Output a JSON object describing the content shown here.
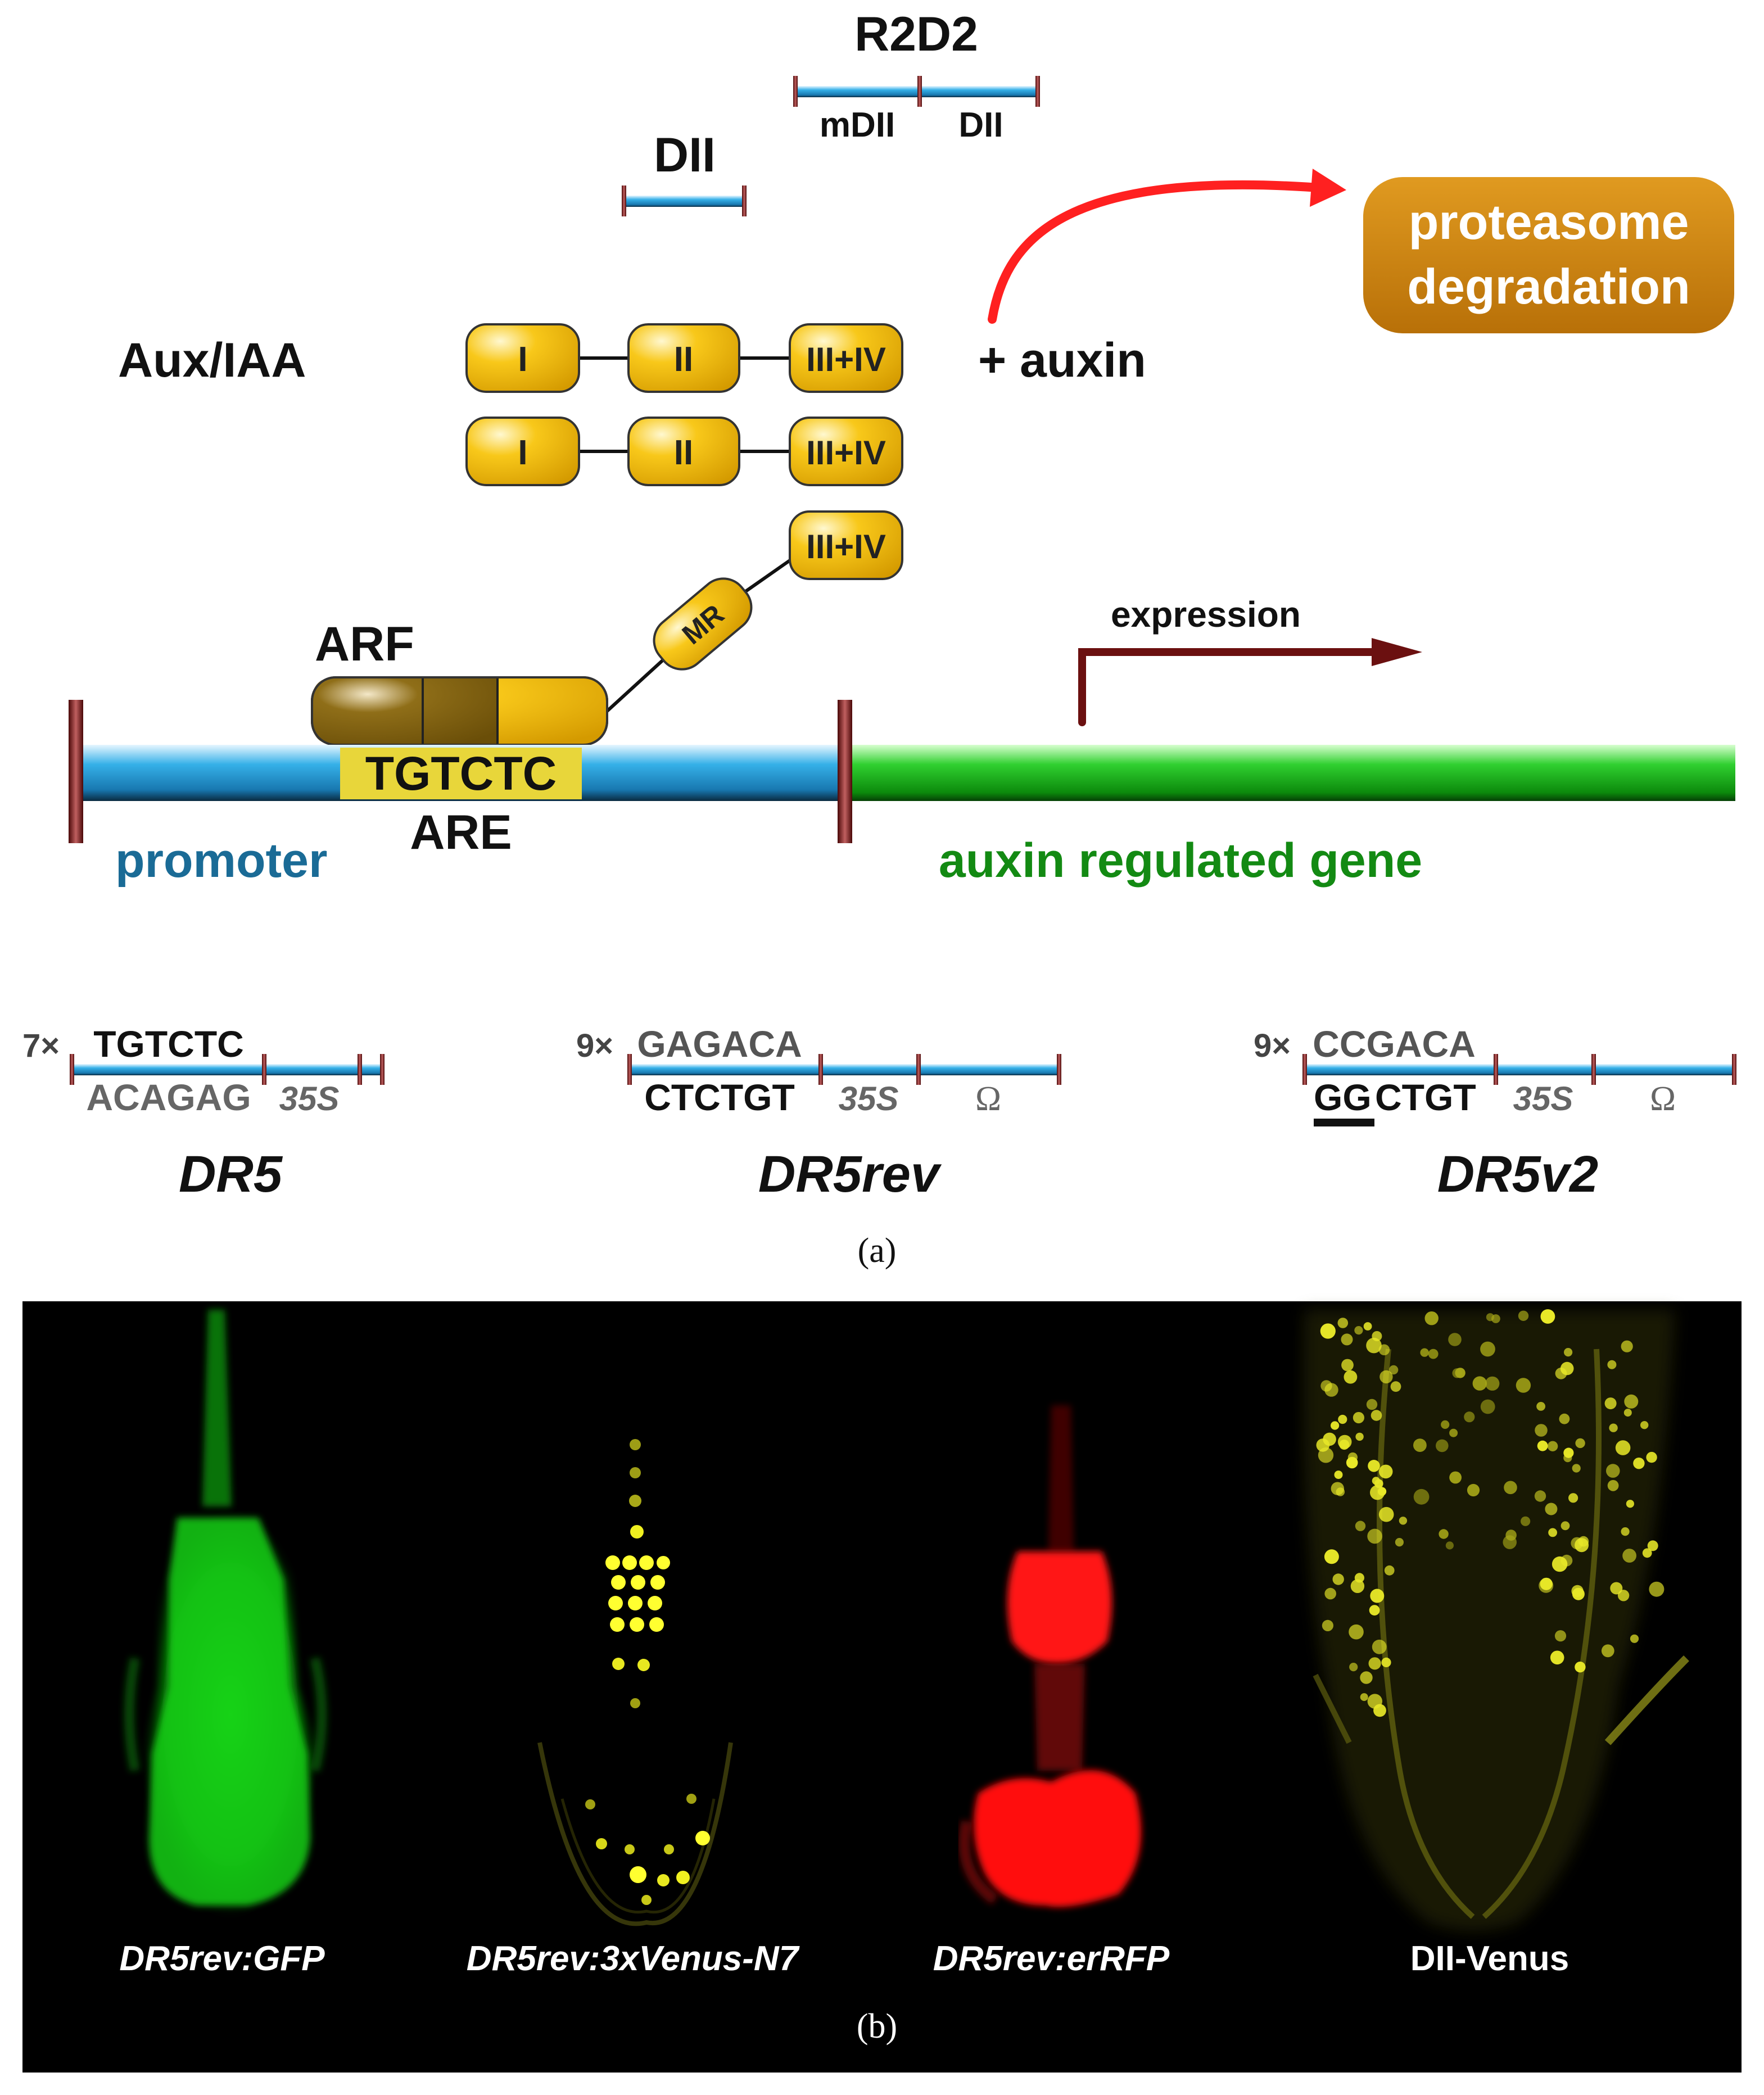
{
  "panel_a": {
    "r2d2": {
      "title": "R2D2",
      "seg1": "mDII",
      "seg2": "DII"
    },
    "dii": {
      "title": "DII"
    },
    "auxiaa": {
      "label": "Aux/IAA",
      "domain1": "I",
      "domain2": "II",
      "domain34": "III+IV"
    },
    "auxin": "+ auxin",
    "proteasome": {
      "line1": "proteasome",
      "line2": "degradation"
    },
    "mr": "MR",
    "arf": "ARF",
    "are_seq": "TGTCTC",
    "are": "ARE",
    "promoter": "promoter",
    "gene": "auxin regulated gene",
    "expression": "expression",
    "constructs": [
      {
        "mult": "7×",
        "top": "TGTCTC",
        "bottom": "ACAGAG",
        "p35s": "35S",
        "omega": "",
        "name": "DR5"
      },
      {
        "mult": "9×",
        "top": "GAGACA",
        "bottom": "CTCTGT",
        "p35s": "35S",
        "omega": "Ω",
        "name": "DR5rev"
      },
      {
        "mult": "9×",
        "top": "CCGACA",
        "bottom_ul": "GG",
        "bottom_rest": "CTGT",
        "p35s": "35S",
        "omega": "Ω",
        "name": "DR5v2"
      }
    ],
    "caption": "(a)"
  },
  "panel_b": {
    "labels": [
      "DR5rev:GFP",
      "DR5rev:3xVenus-N7",
      "DR5rev:erRFP",
      "DII-Venus"
    ],
    "caption": "(b)"
  },
  "colors": {
    "blue_bar": "#2aa5e0",
    "gold": "#f5c518",
    "olive": "#8a6a10",
    "maroon": "#6b1010",
    "green": "#1aa81a",
    "promoter_text": "#1a6b96",
    "gene_text": "#138a13",
    "proteasome_box": "#c8800a",
    "red_arrow": "#ff2020"
  }
}
